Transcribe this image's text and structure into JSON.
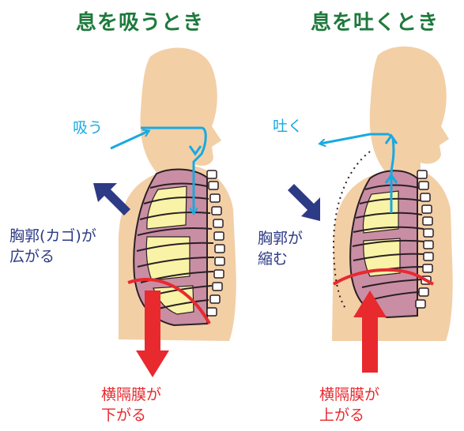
{
  "left": {
    "title": "息を吸うとき",
    "breath_label": "吸う",
    "chest_label_line1": "胸郭(カゴ)が",
    "chest_label_line2": "広がる",
    "diaphragm_label_line1": "横隔膜が",
    "diaphragm_label_line2": "下がる"
  },
  "right": {
    "title": "息を吐くとき",
    "breath_label": "吐く",
    "chest_label_line1": "胸郭が",
    "chest_label_line2": "縮む",
    "diaphragm_label_line1": "横隔膜が",
    "diaphragm_label_line2": "上がる"
  },
  "colors": {
    "title": "#1e7a3c",
    "skin": "#f3cfa6",
    "lung_pink": "#c98ea3",
    "lung_yellow": "#f8f3a6",
    "airflow": "#19a9e1",
    "chest_arrow": "#2d3a85",
    "diaphragm": "#e8292e"
  }
}
